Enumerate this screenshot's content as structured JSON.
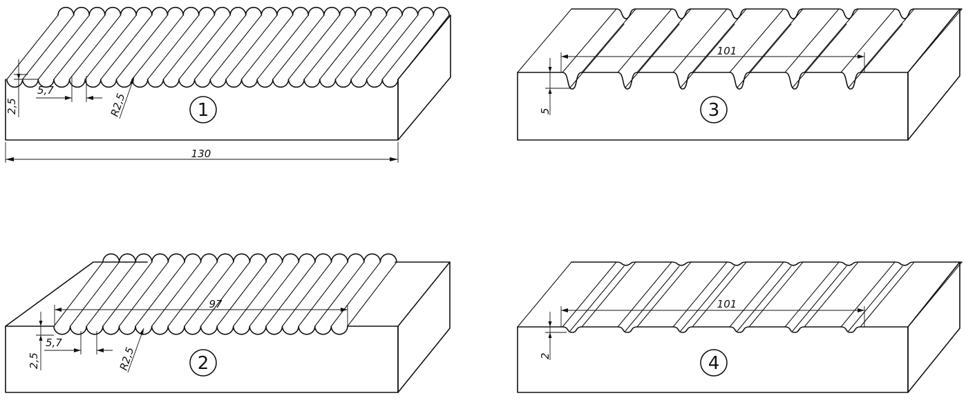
{
  "profiles": [
    {
      "id": "profile-1",
      "number": "1",
      "dims": {
        "depth": "2,5",
        "pitch": "5,7",
        "radius": "R2,5",
        "width": "130"
      }
    },
    {
      "id": "profile-2",
      "number": "2",
      "dims": {
        "depth": "2,5",
        "pitch": "5,7",
        "radius": "R2,5",
        "span": "97"
      }
    },
    {
      "id": "profile-3",
      "number": "3",
      "dims": {
        "depth": "5",
        "span": "101"
      }
    },
    {
      "id": "profile-4",
      "number": "4",
      "dims": {
        "depth": "2",
        "span": "101"
      }
    }
  ]
}
